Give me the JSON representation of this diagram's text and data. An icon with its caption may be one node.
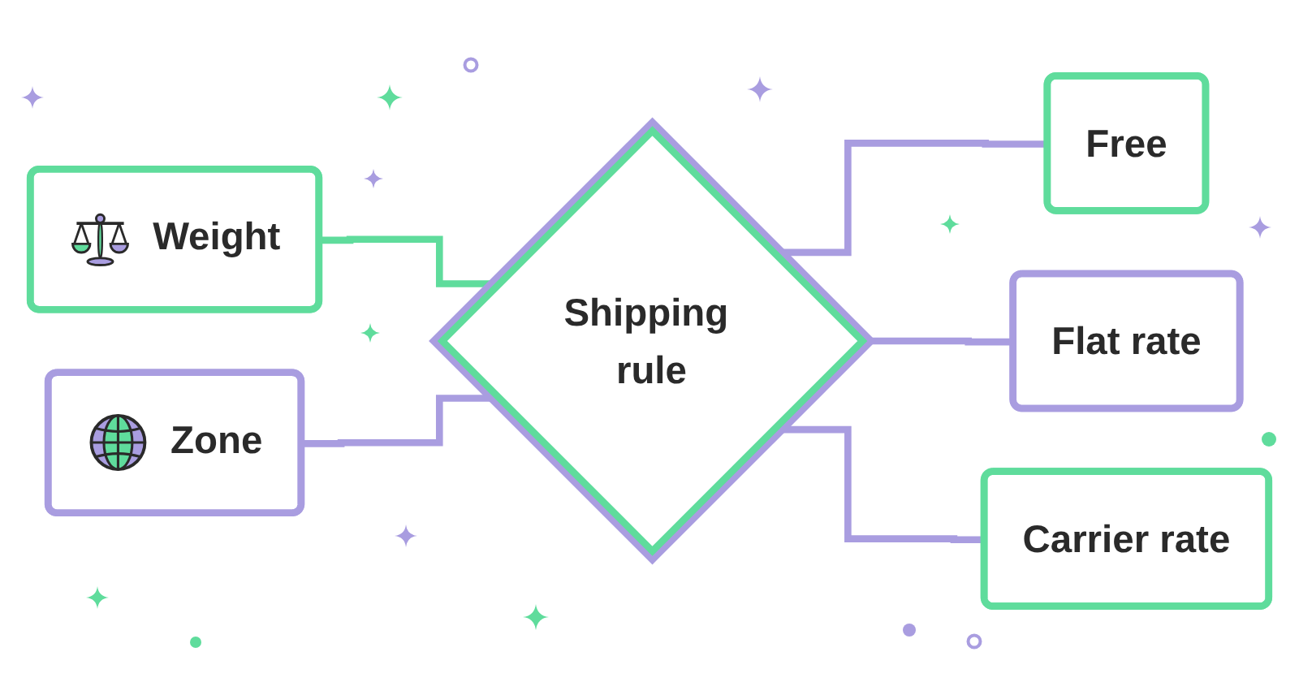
{
  "diagram": {
    "nodes": [
      {
        "text": [
          "Weight"
        ]
      },
      {
        "text": [
          "Zone"
        ]
      },
      {
        "text": [
          "Shipping rule"
        ]
      },
      {
        "text": [
          "Free"
        ]
      },
      {
        "text": [
          "Flat rate"
        ]
      },
      {
        "text": [
          "Carrier rate"
        ]
      }
    ],
    "edges": [
      {
        "from": 0,
        "to": 2,
        "arrow": "none",
        "color": "#5fdc9c"
      },
      {
        "from": 1,
        "to": 2,
        "arrow": "none"
      },
      {
        "from": 2,
        "to": 3,
        "arrow": "none"
      },
      {
        "from": 2,
        "to": 4,
        "arrow": "none"
      },
      {
        "from": 2,
        "to": 5,
        "arrow": "none"
      }
    ]
  }
}
